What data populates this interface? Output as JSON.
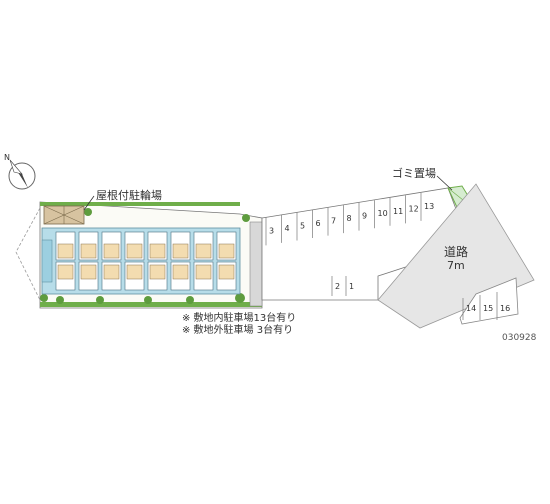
{
  "map": {
    "labels": {
      "bicycle_parking": "屋根付駐輪場",
      "garbage": "ゴミ置場",
      "road_name": "道路",
      "road_width": "7m",
      "north": "N"
    },
    "parking_upper": [
      "3",
      "4",
      "5",
      "6",
      "7",
      "8",
      "9",
      "10",
      "11",
      "12",
      "13"
    ],
    "parking_lower": [
      "2",
      "1"
    ],
    "parking_outside": [
      "14",
      "15",
      "16"
    ],
    "notes": [
      "※ 敷地内駐車場13台有り",
      "※ 敷地外駐車場 3台有り"
    ],
    "code": "030928",
    "colors": {
      "building": "#b7dde9",
      "rooms": "#f3dcb0",
      "road": "#e6e6e6",
      "green": "#6fae4a",
      "bicycle": "#d7c3a0"
    }
  }
}
